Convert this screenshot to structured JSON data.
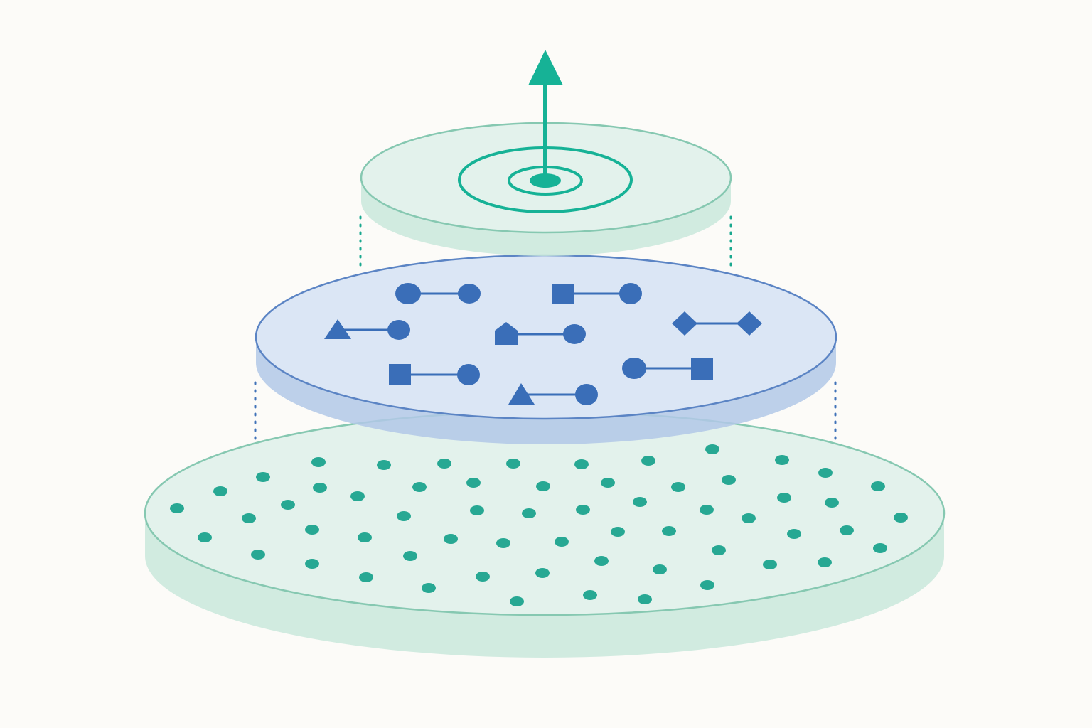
{
  "colors": {
    "background": "#fcfbf8",
    "teal": "#16b296",
    "teal_dark": "#1aa88f",
    "teal_fill": "#e3f2ec",
    "teal_side": "#c9e8dc",
    "teal_edge": "#86c8b1",
    "blue": "#3a6eb8",
    "blue_fill": "#dbe6f5",
    "blue_side": "#b2c8e8",
    "blue_edge": "#5b84c4",
    "dot_teal": "#27a893",
    "connector_teal": "#1aa88f",
    "connector_blue": "#4072b8"
  },
  "layers": [
    {
      "name": "base-layer",
      "shape": "disc",
      "color": "teal",
      "content": "scattered-points"
    },
    {
      "name": "middle-layer",
      "shape": "disc",
      "color": "blue",
      "content": "linked-shape-pairs"
    },
    {
      "name": "top-layer",
      "shape": "disc",
      "color": "teal",
      "content": "target-with-upward-arrow"
    }
  ],
  "icons": {
    "target": "target-icon",
    "arrow": "arrow-up-icon"
  },
  "pairs": [
    {
      "left": "circle",
      "right": "circle"
    },
    {
      "left": "square",
      "right": "circle"
    },
    {
      "left": "triangle",
      "right": "circle"
    },
    {
      "left": "pentagon",
      "right": "circle"
    },
    {
      "left": "diamond",
      "right": "diamond"
    },
    {
      "left": "square",
      "right": "circle"
    },
    {
      "left": "circle",
      "right": "square"
    },
    {
      "left": "triangle",
      "right": "circle"
    }
  ]
}
